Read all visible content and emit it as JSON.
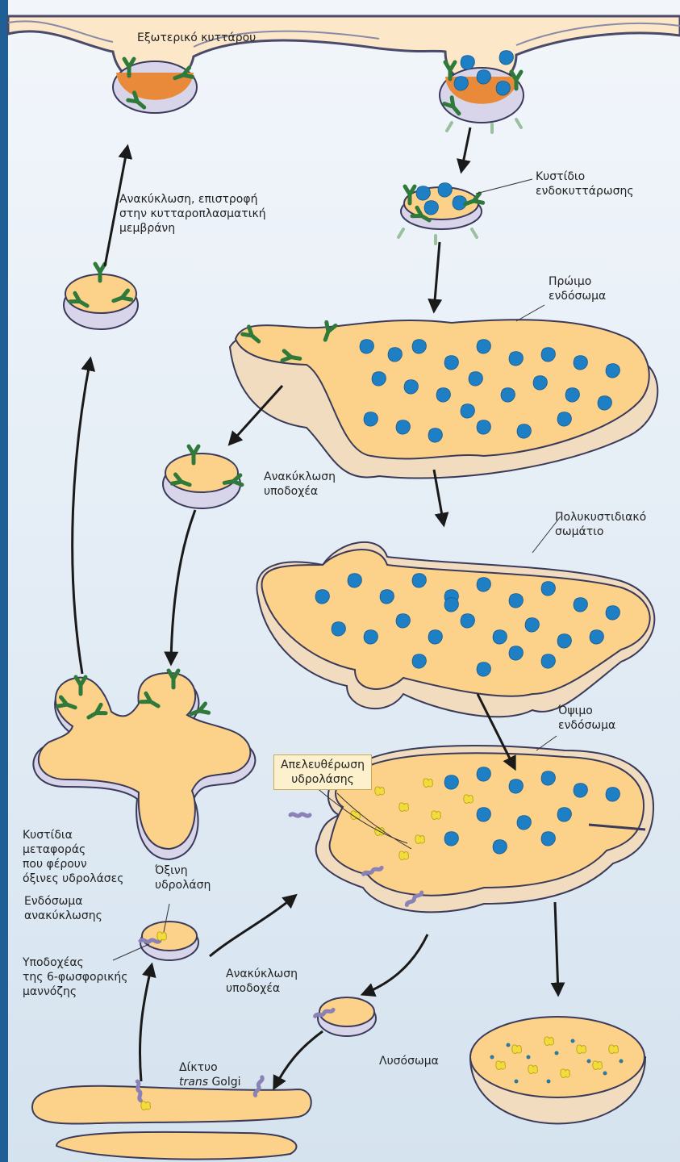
{
  "labels": {
    "cell_exterior": "Εξωτερικό κυττάρου",
    "endocytic_vesicle": "Κυστίδιο\nενδοκυττάρωσης",
    "recycling_return": "Ανακύκλωση, επιστροφή\nστην κυτταροπλασματική\nμεμβράνη",
    "early_endosome": "Πρώιμο\nενδόσωμα",
    "receptor_recycling_1": "Ανακύκλωση\nυποδοχέα",
    "multivesicular_body": "Πολυκυστιδιακό\nσωμάτιο",
    "recycling_endosome": "Ενδόσωμα\nανακύκλωσης",
    "late_endosome": "Όψιμο\nενδόσωμα",
    "hydrolase_release": "Απελευθέρωση\nυδρολάσης",
    "transport_vesicles": "Κυστίδια\nμεταφοράς\nπου φέρουν\nόξινες υδρολάσες",
    "acid_hydrolase": "Όξινη\nυδρολάση",
    "m6p_receptor": "Υποδοχέας\nτης 6-φωσφορικής\nμαννόζης",
    "receptor_recycling_2": "Ανακύκλωση\nυποδοχέα",
    "trans_golgi_1": "Δίκτυο",
    "trans_golgi_italic": "trans",
    "trans_golgi_2": " Golgi",
    "lysosome": "Λυσόσωμα"
  },
  "colors": {
    "background_top": "#f2f6fb",
    "background_bottom": "#d5e3ef",
    "lumen": "#fcd28a",
    "membrane_fill": "#f1dcc0",
    "membrane_edge": "#3a3a5a",
    "ligand": "#1f7fc4",
    "receptor": "#2f7a3a",
    "hydrolase": "#f2dc3c",
    "m6p_receptor": "#8a82b6",
    "coat": "#e88a3a",
    "left_bar": "#1f5f95"
  }
}
